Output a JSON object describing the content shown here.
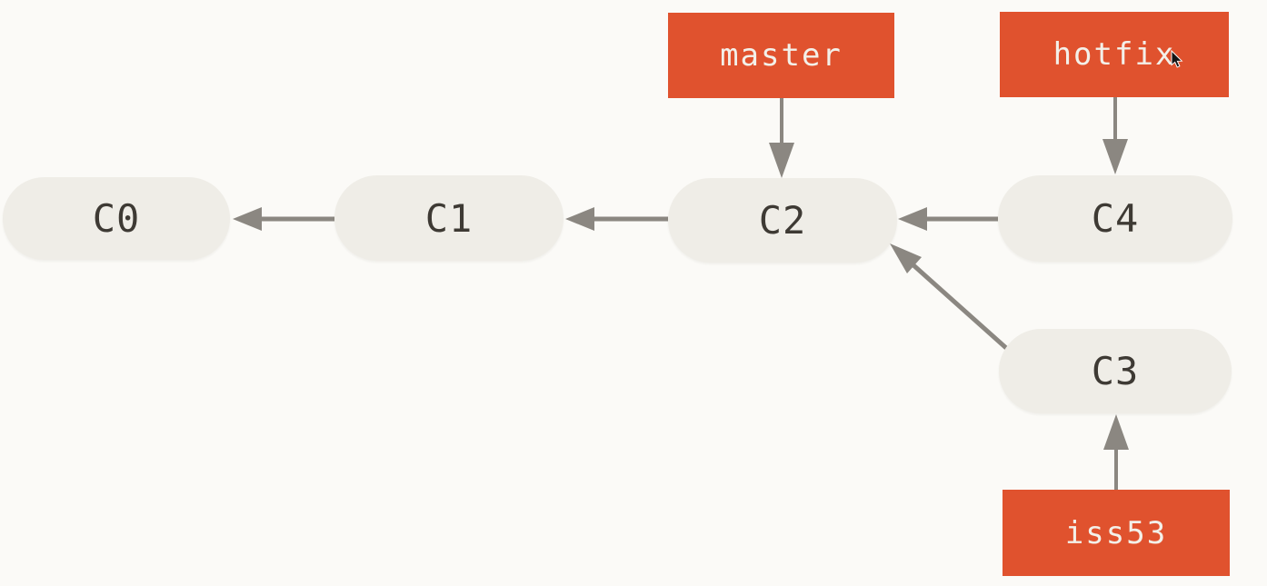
{
  "colors": {
    "background": "#fbfaf7",
    "commit_fill": "#efede7",
    "commit_text": "#3e3a34",
    "branch_fill": "#e0522e",
    "branch_text": "#f3f0e9",
    "arrow": "#8b8781",
    "cursor": "#141414"
  },
  "commits": [
    {
      "label": "C0"
    },
    {
      "label": "C1"
    },
    {
      "label": "C2"
    },
    {
      "label": "C3"
    },
    {
      "label": "C4"
    }
  ],
  "branches": [
    {
      "label": "master",
      "points_to": "C2"
    },
    {
      "label": "hotfix",
      "points_to": "C4"
    },
    {
      "label": "iss53",
      "points_to": "C3"
    }
  ],
  "edges": [
    {
      "from": "C1",
      "to": "C0"
    },
    {
      "from": "C2",
      "to": "C1"
    },
    {
      "from": "C4",
      "to": "C2"
    },
    {
      "from": "C3",
      "to": "C2"
    },
    {
      "from": "master",
      "to": "C2"
    },
    {
      "from": "hotfix",
      "to": "C4"
    },
    {
      "from": "iss53",
      "to": "C3"
    }
  ]
}
